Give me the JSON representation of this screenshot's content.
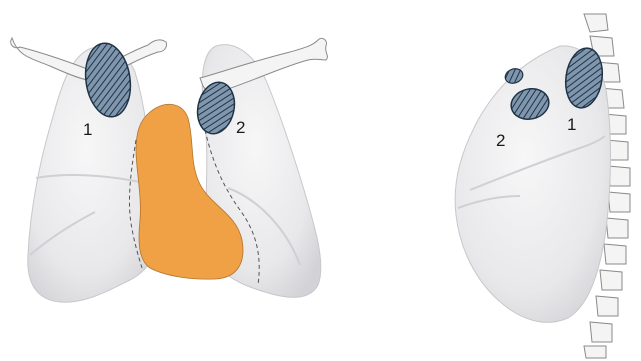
{
  "labels": {
    "front_left_lesion": "1",
    "front_right_lesion": "2",
    "lateral_large_lesion": "1",
    "lateral_small_lesion": "2"
  },
  "colors": {
    "lung_fill": "#e9e9ea",
    "lung_edge": "#cfcfd3",
    "heart": "#f0a045",
    "lesion_fill": "#6f88a0",
    "lesion_stroke": "#1f3347",
    "bone": "#f4f4f4",
    "bone_stroke": "#8a8a8a"
  },
  "icons": [
    "rib-icon",
    "clavicle-icon",
    "vertebra-icon",
    "hatched-lesion-icon"
  ]
}
